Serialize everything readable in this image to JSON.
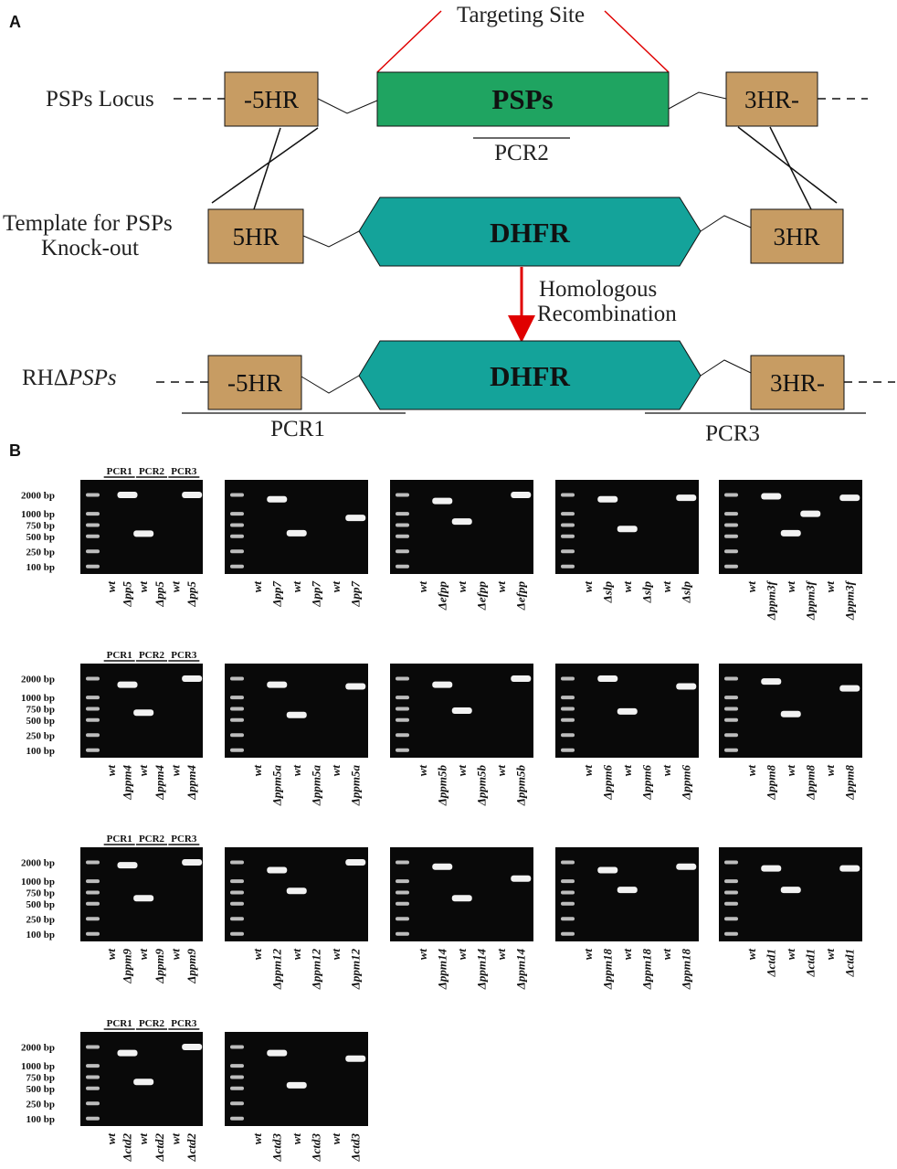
{
  "figure": {
    "panel_a_letter": "A",
    "panel_b_letter": "B",
    "targeting_site": "Targeting Site",
    "psp_locus_label": "PSPs Locus",
    "template_label_line1": "Template for PSPs",
    "template_label_line2": "Knock-out",
    "rh_label_prefix": "RHΔ",
    "rh_label_italic": "PSPs",
    "five_hr": "5HR",
    "five_hr_dash": "-5HR",
    "three_hr": "3HR",
    "three_hr_dash": "3HR-",
    "psps_box": "PSPs",
    "dhfr_box": "DHFR",
    "pcr1": "PCR1",
    "pcr2": "PCR2",
    "pcr3": "PCR3",
    "homologous_line1": "Homologous",
    "homologous_line2": "Recombination",
    "colors": {
      "hr_box": "#c79c63",
      "psps_green": "#1fa461",
      "dhfr_teal": "#14a39a",
      "gel_dark": "#090909",
      "gel_band": "#f2f2f2",
      "arrow_red": "#e00000"
    }
  },
  "gel_common": {
    "ladder": [
      "2000 bp",
      "1000 bp",
      "750 bp",
      "500 bp",
      "250 bp",
      "100 bp"
    ],
    "pcr_headers": [
      "PCR1",
      "PCR2",
      "PCR3"
    ],
    "wt_label": "wt"
  },
  "gel_rows": [
    {
      "gels": [
        {
          "mutant": "Δpp5",
          "bands": [
            null,
            2000,
            550,
            null,
            null,
            2000
          ]
        },
        {
          "mutant": "Δpp7",
          "bands": [
            null,
            1700,
            560,
            null,
            null,
            900
          ]
        },
        {
          "mutant": "Δefpp",
          "bands": [
            null,
            1600,
            820,
            null,
            null,
            2000
          ]
        },
        {
          "mutant": "Δslp",
          "bands": [
            null,
            1700,
            650,
            null,
            null,
            1800
          ]
        },
        {
          "mutant": "Δppm3f",
          "bands": [
            null,
            1900,
            560,
            1000,
            null,
            1800
          ]
        }
      ]
    },
    {
      "gels": [
        {
          "mutant": "Δppm4",
          "bands": [
            null,
            1600,
            650,
            null,
            null,
            2000
          ]
        },
        {
          "mutant": "Δppm5a",
          "bands": [
            null,
            1600,
            600,
            null,
            null,
            1500
          ]
        },
        {
          "mutant": "Δppm5b",
          "bands": [
            null,
            1600,
            700,
            null,
            null,
            2000
          ]
        },
        {
          "mutant": "Δppm6",
          "bands": [
            null,
            2000,
            680,
            null,
            null,
            1500
          ]
        },
        {
          "mutant": "Δppm8",
          "bands": [
            null,
            1800,
            620,
            null,
            null,
            1400
          ]
        }
      ]
    },
    {
      "gels": [
        {
          "mutant": "Δppm9",
          "bands": [
            null,
            1800,
            610,
            null,
            null,
            2000
          ]
        },
        {
          "mutant": "Δppm12",
          "bands": [
            null,
            1500,
            780,
            null,
            null,
            2000
          ]
        },
        {
          "mutant": "Δppm14",
          "bands": [
            null,
            1700,
            610,
            null,
            null,
            1100
          ]
        },
        {
          "mutant": "Δppm18",
          "bands": [
            null,
            1500,
            800,
            null,
            null,
            1700
          ]
        },
        {
          "mutant": "Δctd1",
          "bands": [
            null,
            1600,
            800,
            null,
            null,
            1600
          ]
        }
      ]
    },
    {
      "gels": [
        {
          "mutant": "Δctd2",
          "bands": [
            null,
            1600,
            630,
            null,
            null,
            2000
          ]
        },
        {
          "mutant": "Δctd3",
          "bands": [
            null,
            1600,
            560,
            null,
            null,
            1300
          ]
        }
      ]
    }
  ]
}
